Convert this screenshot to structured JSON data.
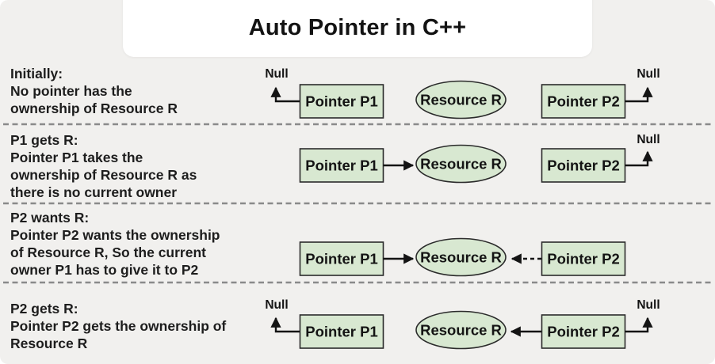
{
  "title": "Auto Pointer in C++",
  "colors": {
    "background": "#f1f0ee",
    "title_bg": "#ffffff",
    "node_fill": "#d8e8d1",
    "node_border": "#2b2b2b",
    "text": "#1a1a1a",
    "divider": "#8a8a8a",
    "arrow": "#141414"
  },
  "nodes": {
    "p1": "Pointer P1",
    "resource": "Resource R",
    "p2": "Pointer P2",
    "null_label": "Null"
  },
  "rows": [
    {
      "heading": "Initially:",
      "lines": [
        "No pointer has the",
        "ownership of Resource R"
      ],
      "arrows_shown": [
        "Pointer P1 → Null",
        "Pointer P2 → Null"
      ]
    },
    {
      "heading": "P1 gets R:",
      "lines": [
        "Pointer P1 takes the",
        "ownership of Resource R as",
        "there is no current owner"
      ],
      "arrows_shown": [
        "Pointer P1 → Resource R (solid)",
        "Pointer P2 → Null"
      ]
    },
    {
      "heading": "P2 wants R:",
      "lines": [
        "Pointer P2 wants the ownership",
        "of Resource R, So the current",
        "owner P1 has to give it to P2"
      ],
      "arrows_shown": [
        "Pointer P1 → Resource R (solid)",
        "Pointer P2 → Resource R (dashed)"
      ]
    },
    {
      "heading": "P2 gets R:",
      "lines": [
        "Pointer P2 gets the ownership of",
        "Resource R"
      ],
      "arrows_shown": [
        "Pointer P1 → Null",
        "Pointer P2 → Resource R (solid)",
        "Pointer P2 → Null"
      ]
    }
  ]
}
